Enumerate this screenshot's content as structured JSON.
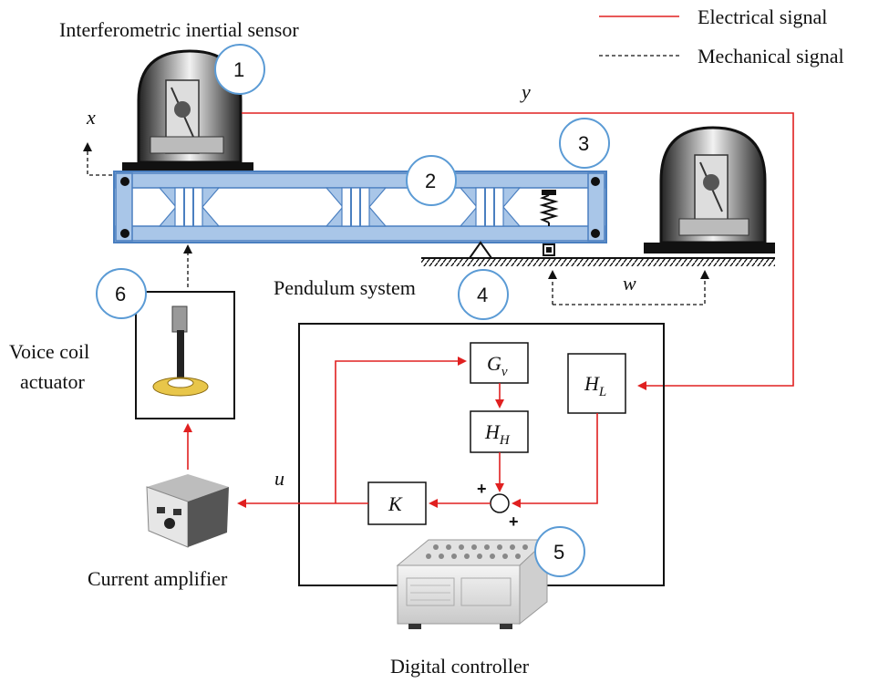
{
  "legend": {
    "electrical": "Electrical signal",
    "mechanical": "Mechanical signal"
  },
  "labels": {
    "sensor": "Interferometric inertial sensor",
    "pendulum": "Pendulum system",
    "voice_coil_line1": "Voice coil",
    "voice_coil_line2": "actuator",
    "current_amplifier": "Current amplifier",
    "digital_controller": "Digital controller"
  },
  "signals": {
    "x": "x",
    "y": "y",
    "w": "w",
    "u": "u"
  },
  "blocks": {
    "gv": {
      "main": "G",
      "sub": "v"
    },
    "hh": {
      "main": "H",
      "sub": "H"
    },
    "hl": {
      "main": "H",
      "sub": "L"
    },
    "k": {
      "main": "K"
    }
  },
  "summing": {
    "plus_top": "+",
    "plus_bottom": "+"
  },
  "callouts": [
    "1",
    "2",
    "3",
    "4",
    "5",
    "6"
  ],
  "colors": {
    "electrical": "#e02020",
    "mechanical": "#111111",
    "callout": "#5b9bd5",
    "frame_fill": "#a9c6e8",
    "frame_stroke": "#4a7fc0"
  }
}
